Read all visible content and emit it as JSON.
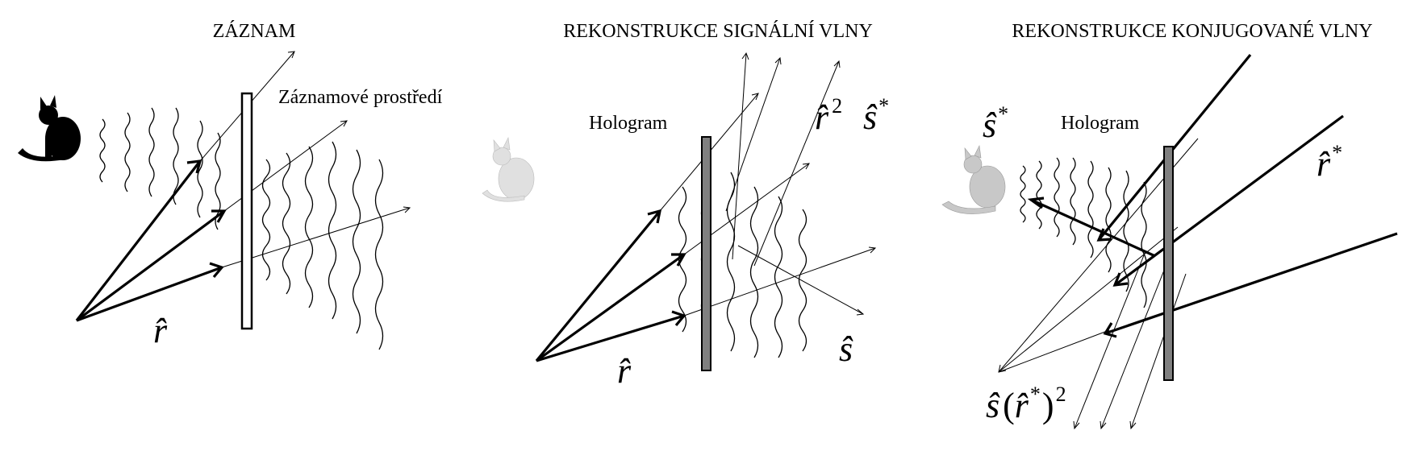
{
  "panels": [
    {
      "title": "ZÁZNAM",
      "medium_label": "Záznamové prostředí",
      "ref_symbol": "r̂"
    },
    {
      "title": "REKONSTRUKCE SIGNÁLNÍ VLNY",
      "hologram_label": "Hologram",
      "r2_base": "r̂",
      "r2_exp": "2",
      "s_conj_base": "ŝ",
      "s_conj_exp": "*",
      "ref_symbol": "r̂",
      "signal_symbol": "ŝ"
    },
    {
      "title": "REKONSTRUKCE KONJUGOVANÉ VLNY",
      "hologram_label": "Hologram",
      "s_conj_base": "ŝ",
      "s_conj_exp": "*",
      "r_conj_base": "r̂",
      "r_conj_exp": "*",
      "bottom_s": "ŝ",
      "bottom_open": "(",
      "bottom_r": "r̂",
      "bottom_r_exp": "*",
      "bottom_close": ")",
      "bottom_exp": "2"
    }
  ],
  "colors": {
    "ink": "#000000",
    "plate_fill": "#808080",
    "ghost_cat": "#e0e0e0",
    "conj_cat": "#c8c8c8"
  }
}
